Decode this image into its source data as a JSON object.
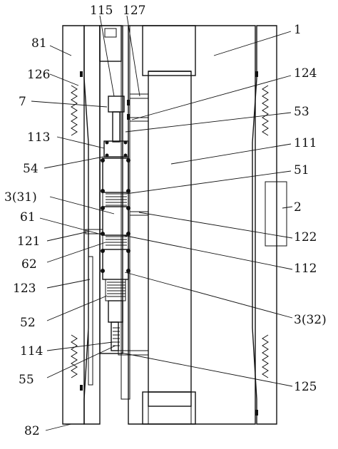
{
  "figure": {
    "labels": {
      "l115": "115",
      "l127": "127",
      "l1": "1",
      "l81": "81",
      "l126": "126",
      "l124": "124",
      "l7": "7",
      "l53": "53",
      "l113": "113",
      "l111": "111",
      "l54": "54",
      "l51": "51",
      "l3_31": "3(31)",
      "l2": "2",
      "l61": "61",
      "l122": "122",
      "l121": "121",
      "l62": "62",
      "l112": "112",
      "l123": "123",
      "l52": "52",
      "l3_32": "3(32)",
      "l114": "114",
      "l55": "55",
      "l125": "125",
      "l82": "82"
    }
  }
}
